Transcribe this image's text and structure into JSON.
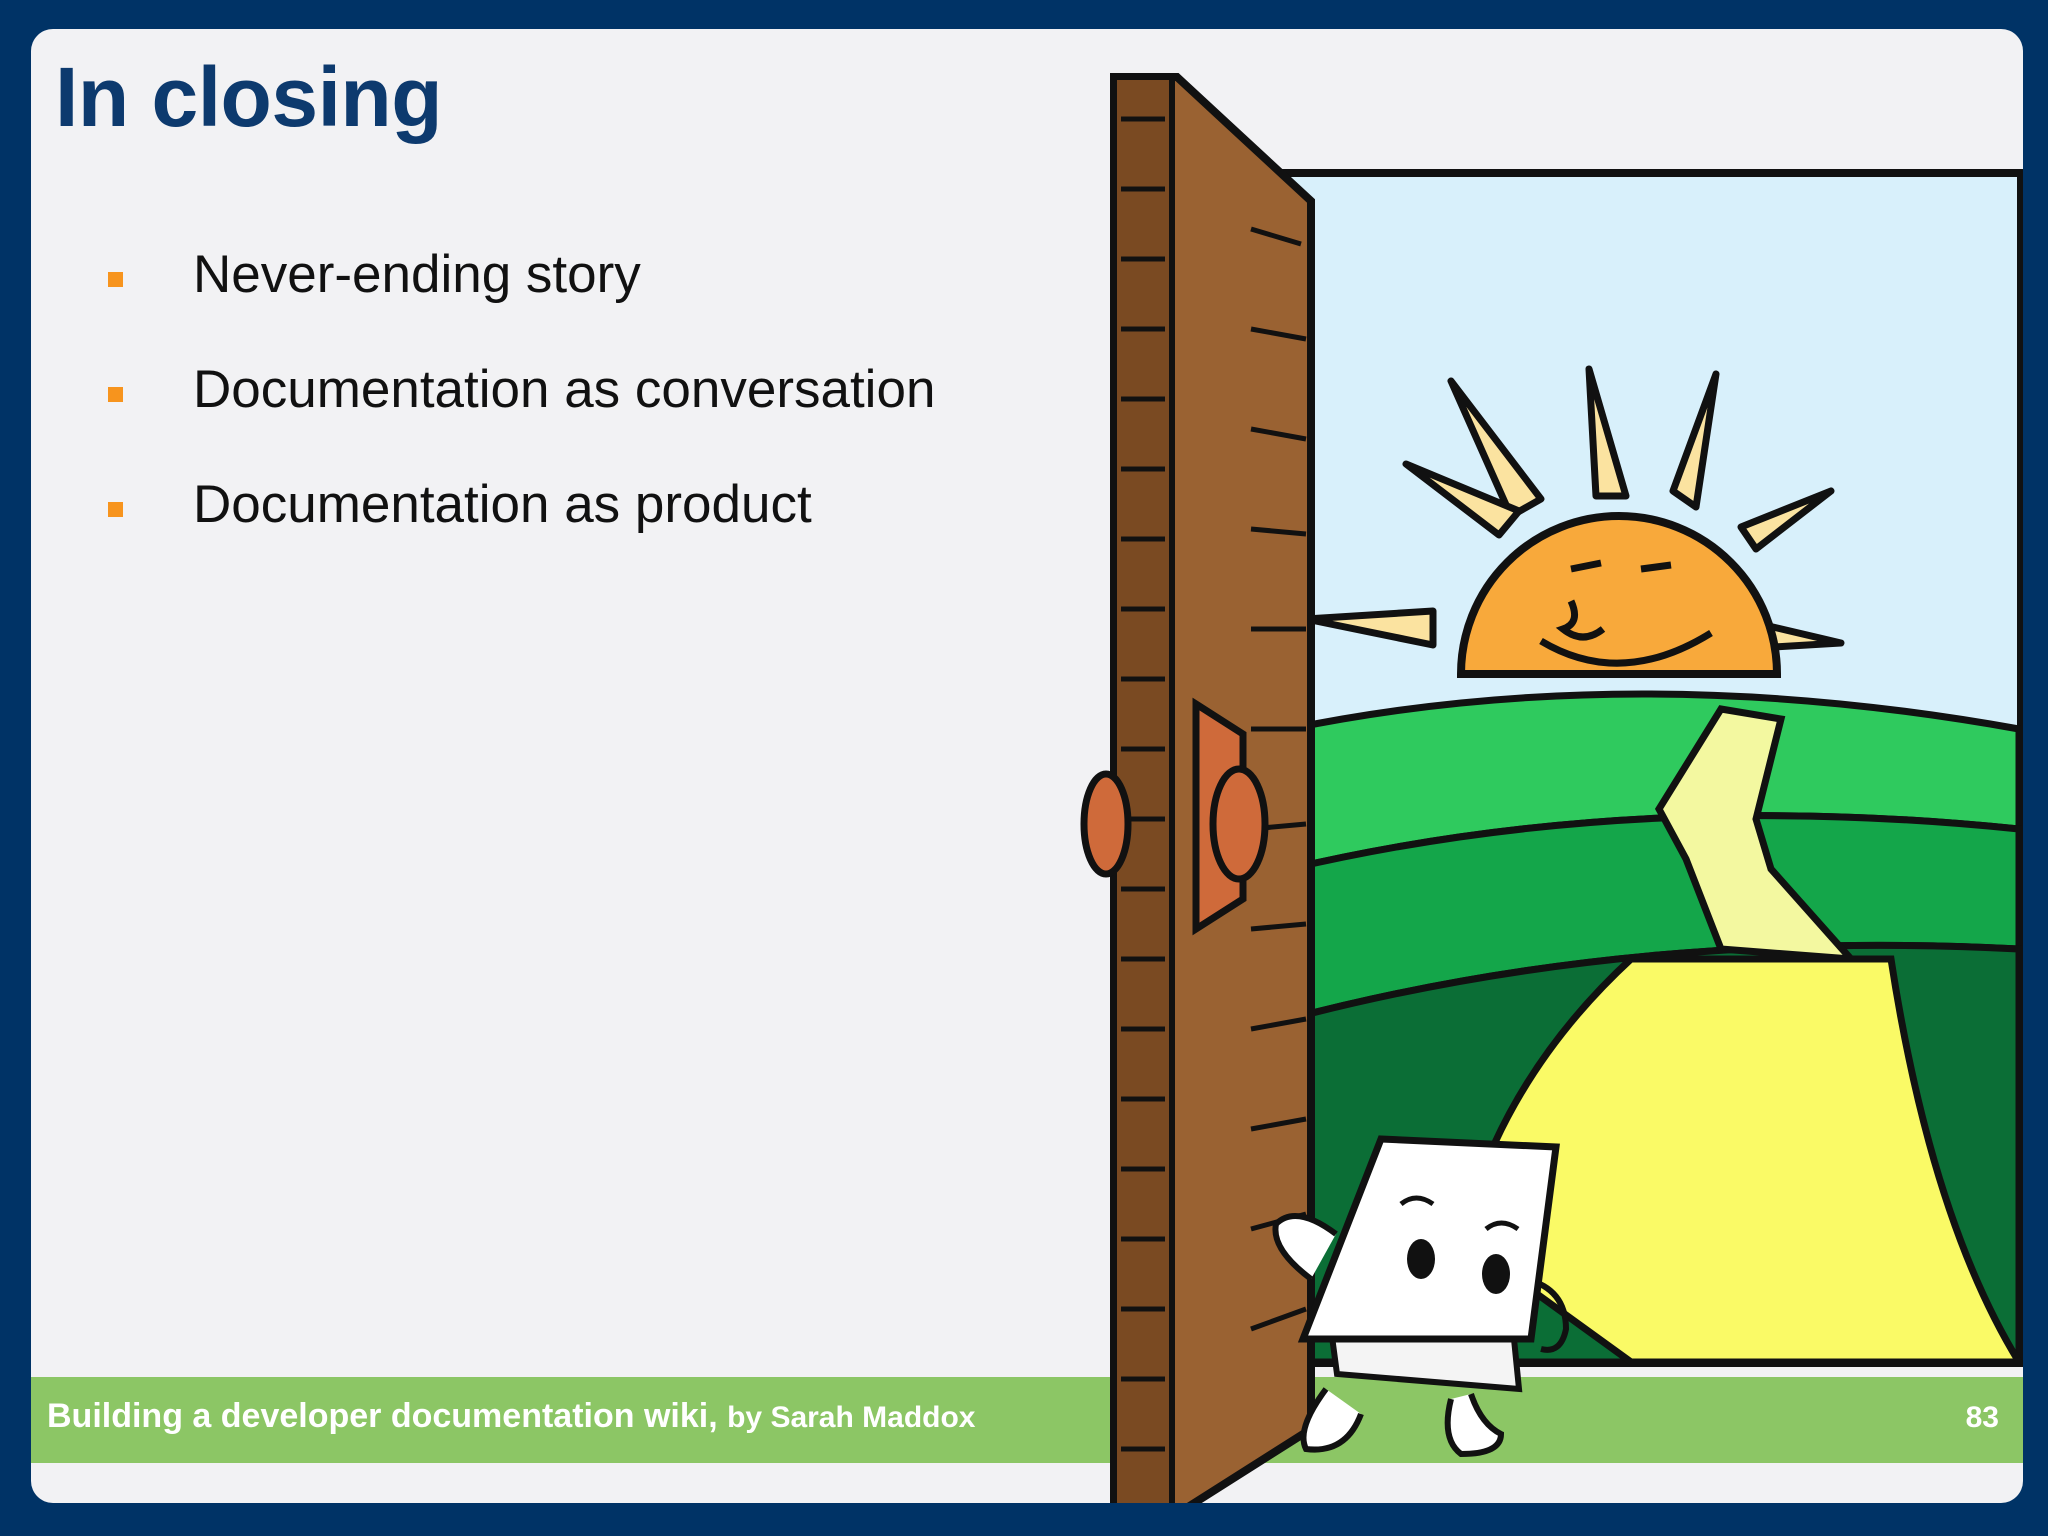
{
  "slide": {
    "title": "In closing",
    "bullets": [
      "Never-ending story",
      "Documentation as conversation",
      "Documentation as product"
    ]
  },
  "footer": {
    "title": "Building a developer documentation wiki,",
    "author": "by Sarah Maddox",
    "page_number": "83"
  },
  "colors": {
    "frame": "#003366",
    "slide_background": "#f2f2f4",
    "title": "#0d3a6e",
    "bullet_marker": "#f7941d",
    "footer_bar": "#8cc665"
  },
  "icons": {
    "bullet_marker": "orange-square-icon",
    "illustration": "open-door-book-character-illustration"
  }
}
